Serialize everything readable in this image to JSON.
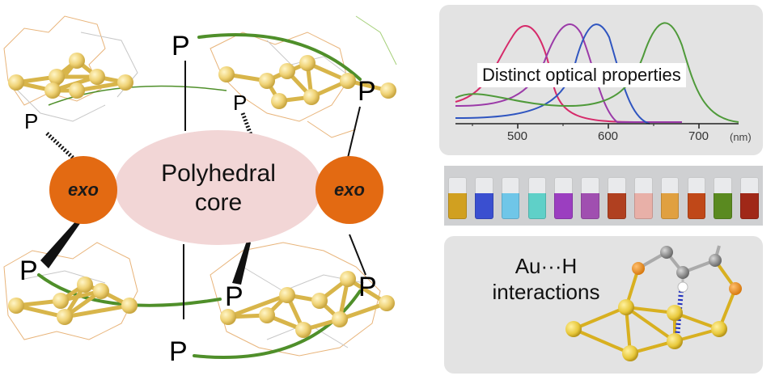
{
  "core": {
    "line1": "Polyhedral",
    "line2": "core"
  },
  "exo_left": "exo",
  "exo_right": "exo",
  "phosphorus_label": "P",
  "spectrum": {
    "title": "Distinct optical properties",
    "ticks": [
      "500",
      "600",
      "700"
    ],
    "unit": "(nm)"
  },
  "interaction": {
    "line1": "Au···H",
    "line2": "interactions"
  },
  "vials": {
    "colors": [
      "#d1a020",
      "#3a4fd0",
      "#6fc6e8",
      "#5fd0c8",
      "#9b3ec0",
      "#a04fb0",
      "#b04020",
      "#e8b0a8",
      "#e0a040",
      "#c04818",
      "#5a8a20",
      "#a02818"
    ]
  },
  "palette": {
    "core": "#f2d6d6",
    "exo": "#e36a12",
    "ligand_arc": "#4f8f2a",
    "gold": "#efd275"
  }
}
